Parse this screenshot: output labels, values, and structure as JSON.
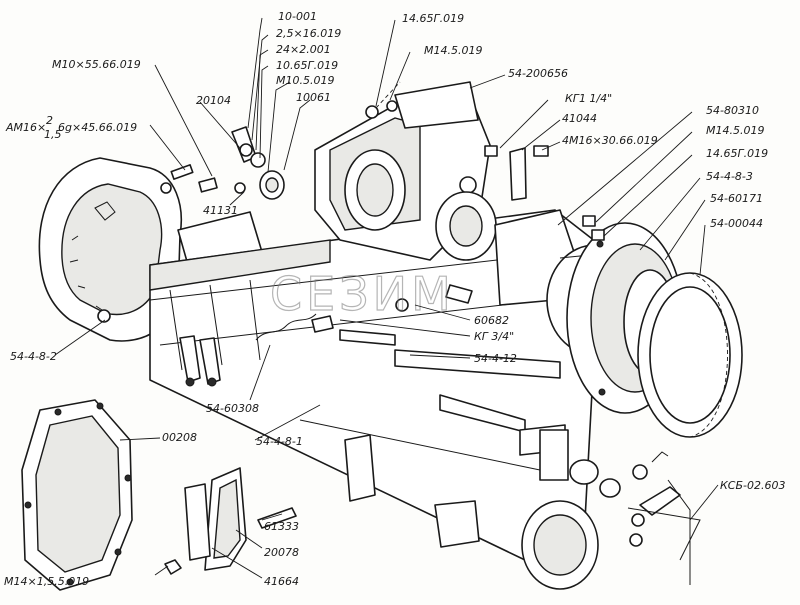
{
  "watermark": "СЕЗИМ",
  "callouts": {
    "p_10_001": "10-001",
    "p_2_5x16": "2,5×16.019",
    "p_24x2": "24×2.001",
    "p_10_65g": "10.65Г.019",
    "p_m10_5": "М10.5.019",
    "p_10061": "10061",
    "p_14_65g_top": "14.65Г.019",
    "p_m14_5_top": "М14.5.019",
    "p_54_200656": "54-200656",
    "p_m10x55": "М10×55.66.019",
    "p_20104": "20104",
    "p_am16": "АМ16×",
    "p_am16_frac_top": "2",
    "p_am16_frac_bottom": "1,5",
    "p_am16_tail": "6g×45.66.019",
    "p_kg1": "КГ1 1/4\"",
    "p_41044": "41044",
    "p_4m16": "4М16×30.66.019",
    "p_54_80310": "54-80310",
    "p_m14_5_right": "М14.5.019",
    "p_14_65g_right": "14.65Г.019",
    "p_54_4_8_3": "54-4-8-3",
    "p_54_60171": "54-60171",
    "p_54_00044": "54-00044",
    "p_41131": "41131",
    "p_60682": "60682",
    "p_kg3_4": "КГ 3/4\"",
    "p_54_4_12": "54-4-12",
    "p_54_4_8_2": "54-4-8-2",
    "p_54_60308": "54-60308",
    "p_54_4_8_1": "54-4-8-1",
    "p_00208": "00208",
    "p_ksb": "КСБ-02.603",
    "p_61333": "61333",
    "p_20078": "20078",
    "p_m14x1_5": "М14×1,5.5.019",
    "p_41664": "41664"
  }
}
